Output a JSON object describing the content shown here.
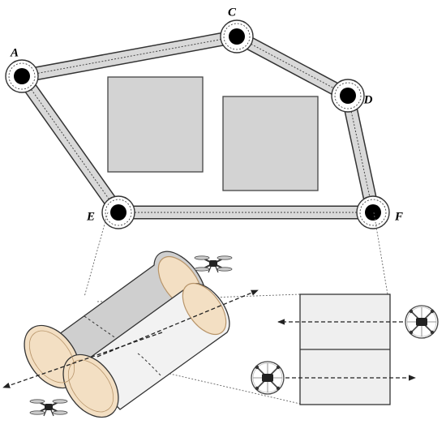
{
  "nodes": [
    {
      "id": "A",
      "label": "A"
    },
    {
      "id": "C",
      "label": "C"
    },
    {
      "id": "D",
      "label": "D"
    },
    {
      "id": "E",
      "label": "E"
    },
    {
      "id": "F",
      "label": "F"
    }
  ],
  "edges": [
    [
      "A",
      "C"
    ],
    [
      "C",
      "D"
    ],
    [
      "D",
      "F"
    ],
    [
      "E",
      "F"
    ],
    [
      "A",
      "E"
    ]
  ],
  "colors": {
    "corridor_fill": "#d9d9d9",
    "obstacle_fill": "#d3d3d3",
    "tube_shade": "#cfcfcf",
    "tube_end": "#f3dfc3",
    "tube_end_stroke": "#b8956a",
    "outline": "#333333"
  },
  "icons": [
    "drone-icon",
    "arrow-icon"
  ]
}
